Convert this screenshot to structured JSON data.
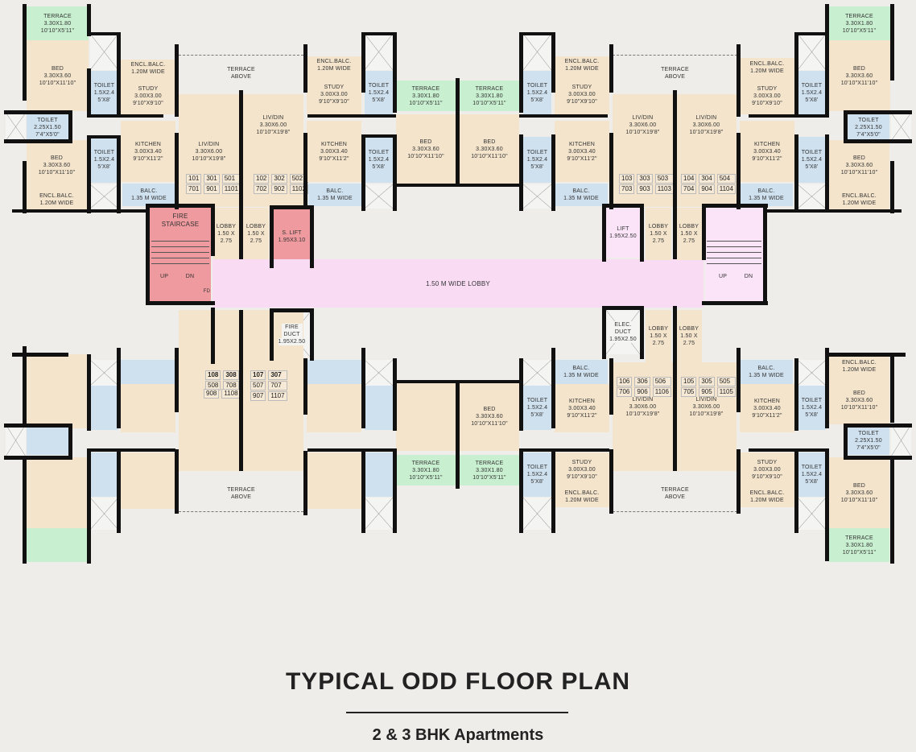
{
  "title": "TYPICAL ODD FLOOR PLAN",
  "subtitle": "2 & 3 BHK Apartments",
  "colors": {
    "background": "#eeede9",
    "living": "#f3e4cb",
    "toilet_balcony": "#cfe1ef",
    "terrace": "#c8efcf",
    "fire_core": "#ef9a9e",
    "lobby": "#f9dcf4",
    "wall": "#111111"
  },
  "core": {
    "fire_staircase": {
      "name": "FIRE STAIRCASE",
      "up": "UP",
      "dn": "DN",
      "fd": "FD"
    },
    "service_lift": {
      "name": "S. LIFT",
      "size": "1.95X3.10"
    },
    "lift": {
      "name": "LIFT",
      "size": "1.95X2.50"
    },
    "fire_duct": {
      "name": "FIRE DUCT",
      "size": "1.95X2.50"
    },
    "elec_duct": {
      "name": "ELEC. DUCT",
      "size": "1.95X2.50"
    },
    "main_lobby": "1.50 M WIDE LOBBY",
    "staircase_right": {
      "up": "UP",
      "dn": "DN"
    },
    "unit_lobby": {
      "name": "LOBBY",
      "size": "1.50 X 2.75"
    }
  },
  "labels": {
    "terrace_above": "TERRACE ABOVE",
    "bed": "BED",
    "toilet": "TOILET",
    "kitchen": "KITCHEN",
    "study": "STUDY",
    "liv_din": "LIV/DIN",
    "encl_balc": "ENCL.BALC.",
    "balc": "BALC.",
    "terrace": "TERRACE"
  },
  "sizes": {
    "terrace": [
      "3.30X1.80",
      "10'10\"X5'11\""
    ],
    "bed": [
      "3.30X3.60",
      "10'10\"X11'10\""
    ],
    "toilet_small": [
      "1.5X2.4",
      "5'X8'"
    ],
    "toilet_large": [
      "2.25X1.50",
      "7'4\"X5'0\""
    ],
    "study": [
      "3.00X3.00",
      "9'10\"X9'10\""
    ],
    "kitchen": [
      "3.00X3.40",
      "9'10\"X11'2\""
    ],
    "liv_din": [
      "3.30X6.00",
      "10'10\"X19'8\""
    ],
    "encl_balc": "1.20M WIDE",
    "balc": "1.35 M WIDE"
  },
  "units": {
    "u101": [
      "101",
      "301",
      "501",
      "701",
      "901",
      "1101"
    ],
    "u102": [
      "102",
      "302",
      "502",
      "702",
      "902",
      "1102"
    ],
    "u103": [
      "103",
      "303",
      "503",
      "703",
      "903",
      "1103"
    ],
    "u104": [
      "104",
      "304",
      "504",
      "704",
      "904",
      "1104"
    ],
    "u105": [
      "105",
      "305",
      "505",
      "705",
      "905",
      "1105"
    ],
    "u106": [
      "106",
      "306",
      "506",
      "706",
      "906",
      "1106"
    ],
    "u107": [
      "107",
      "307",
      "507",
      "707",
      "907",
      "1107"
    ],
    "u108": [
      "108",
      "308",
      "508",
      "708",
      "908",
      "1108"
    ]
  }
}
